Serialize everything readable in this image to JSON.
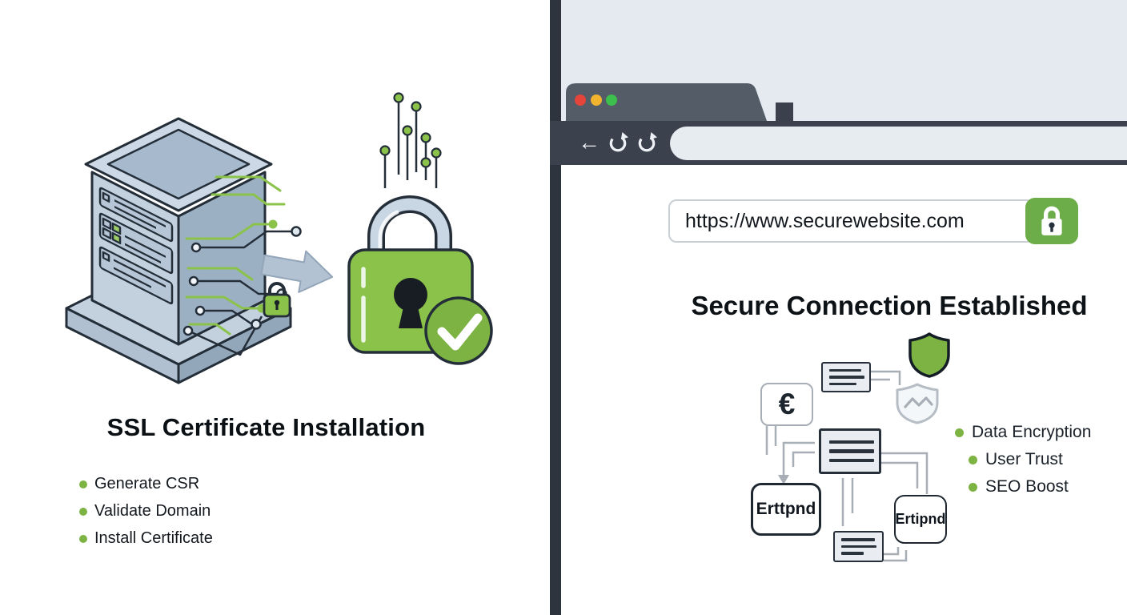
{
  "left_panel": {
    "title": "SSL Certificate Installation",
    "steps": [
      {
        "label": "Generate CSR"
      },
      {
        "label": "Validate Domain"
      },
      {
        "label": "Install Certificate"
      }
    ]
  },
  "browser": {
    "toolbar": {
      "back_icon": "←"
    },
    "address_bar": {
      "url": "https://www.securewebsite.com"
    },
    "heading": "Secure Connection Established",
    "flow": {
      "currency_symbol": "€",
      "left_box_label": "Erttpnd",
      "right_box_label": "Ertipnd"
    },
    "benefits": [
      {
        "label": "Data Encryption"
      },
      {
        "label": "User Trust"
      },
      {
        "label": "SEO Boost"
      }
    ]
  },
  "colors": {
    "accent_green": "#7cb342",
    "lock_green": "#8bc34a",
    "button_green": "#6cad4a",
    "toolbar_dark": "#3b424d",
    "tab_gray": "#545c68",
    "frame_dark": "#2d343e",
    "browser_top_bg": "#e4eaf0",
    "traffic_red": "#e5443a",
    "traffic_yellow": "#f2b32e",
    "traffic_green": "#3dbf4e"
  }
}
